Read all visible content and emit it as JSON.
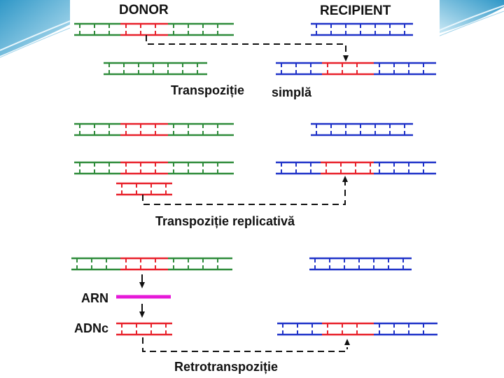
{
  "labels": {
    "donor": "DONOR",
    "recipient": "RECIPIENT",
    "simple_word1": "Transpoziție",
    "simple_word2": "simplă",
    "replicative": "Transpoziție replicativă",
    "arn": "ARN",
    "adnc": "ADNc",
    "retro": "Retrotranspoziție"
  },
  "colors": {
    "donor_dna": "#2e8b3a",
    "recipient_dna": "#1f32c8",
    "transposon": "#e8202a",
    "rna": "#e619d8",
    "arrow": "#111111",
    "background_accent": "#4fb0d8"
  },
  "icons": [
    "arrow-down-icon",
    "arrow-up-icon"
  ]
}
